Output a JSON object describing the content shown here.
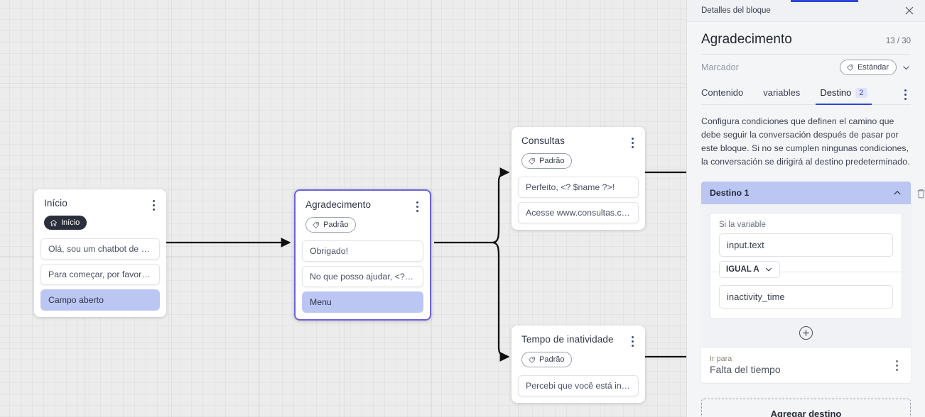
{
  "canvas": {
    "nodes": [
      {
        "id": "inicio",
        "title": "Início",
        "badge": "Início",
        "badge_icon": "home-icon",
        "badge_style": "dark",
        "selected": false,
        "messages": [
          {
            "text": "Olá, sou um chatbot de teste!",
            "highlight": false
          },
          {
            "text": "Para começar, por favor digite o ...",
            "highlight": false
          },
          {
            "text": "Campo aberto",
            "highlight": true
          }
        ]
      },
      {
        "id": "agradecimento",
        "title": "Agradecimento",
        "badge": "Padrão",
        "badge_icon": "tag-icon",
        "badge_style": "outline",
        "selected": true,
        "messages": [
          {
            "text": "Obrigado!",
            "highlight": false
          },
          {
            "text": "No que posso ajudar, <? $name ...",
            "highlight": false
          },
          {
            "text": "Menu",
            "highlight": true
          }
        ]
      },
      {
        "id": "consultas",
        "title": "Consultas",
        "badge": "Padrão",
        "badge_icon": "tag-icon",
        "badge_style": "outline",
        "selected": false,
        "messages": [
          {
            "text": "Perfeito, <? $name ?>!",
            "highlight": false
          },
          {
            "text": "Acesse www.consultas.com par...",
            "highlight": false
          }
        ]
      },
      {
        "id": "inatividade",
        "title": "Tempo de inatividade",
        "badge": "Padrão",
        "badge_icon": "tag-icon",
        "badge_style": "outline",
        "selected": false,
        "messages": [
          {
            "text": "Percebi que você está inativo. C...",
            "highlight": false
          }
        ]
      }
    ]
  },
  "panel": {
    "topbar_title": "Detalles del bloque",
    "close_icon": "close-icon",
    "block_title": "Agradecimento",
    "char_counter": "13 / 30",
    "marker_label": "Marcador",
    "marker_value": "Estándar",
    "marker_icon": "tag-icon",
    "marker_chevron": "chevron-down-icon",
    "tabs": [
      {
        "label": "Contenido",
        "badge": "",
        "active": false
      },
      {
        "label": "variables",
        "badge": "",
        "active": false
      },
      {
        "label": "Destino",
        "badge": "2",
        "active": true
      }
    ],
    "tabs_more_icon": "kebab-menu-icon",
    "description": "Configura condiciones que definen el camino que debe seguir la conversación después de pasar por este bloque. Si no se cumplen ningunas condiciones, la conversación se dirigirá al destino predeterminado.",
    "destination": {
      "header": "Destino 1",
      "collapse_icon": "chevron-up-icon",
      "delete_icon": "trash-icon",
      "condition_label": "Si la variable",
      "variable_value": "input.text",
      "operator": "IGUAL A",
      "operator_chevron": "chevron-down-icon",
      "compare_value": "inactivity_time",
      "add_condition_icon": "plus-circle-icon",
      "goto_label": "Ir para",
      "goto_value": "Falta del tiempo",
      "goto_more_icon": "kebab-menu-icon"
    },
    "add_destination_label": "Agregar destino"
  },
  "colors": {
    "accent_blue": "#2a47d6",
    "highlight_lavender": "#bcc6f2",
    "canvas_bg": "#ececec",
    "panel_bg": "#f4f5f7"
  }
}
